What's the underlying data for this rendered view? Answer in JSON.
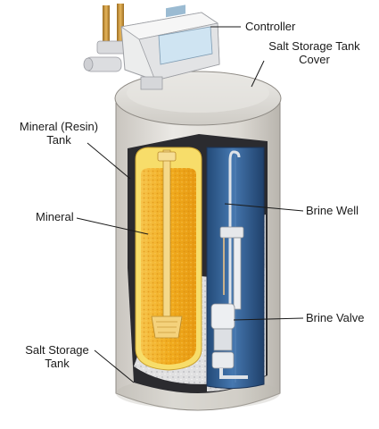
{
  "labels": {
    "controller": "Controller",
    "salt_tank_cover_line1": "Salt Storage Tank",
    "salt_tank_cover_line2": "Cover",
    "mineral_tank_line1": "Mineral (Resin)",
    "mineral_tank_line2": "Tank",
    "mineral": "Mineral",
    "brine_well": "Brine Well",
    "brine_valve": "Brine Valve",
    "salt_storage_line1": "Salt Storage",
    "salt_storage_line2": "Tank"
  },
  "colors": {
    "tank_body": "#e4e1dc",
    "cover": "#d9d6d0",
    "controller": "#eeeeee",
    "resin": "#f3b526",
    "resin_tank": "#f7dd6a",
    "brine_well": "#2f5f95",
    "pipes_brass": "#c8953a"
  }
}
